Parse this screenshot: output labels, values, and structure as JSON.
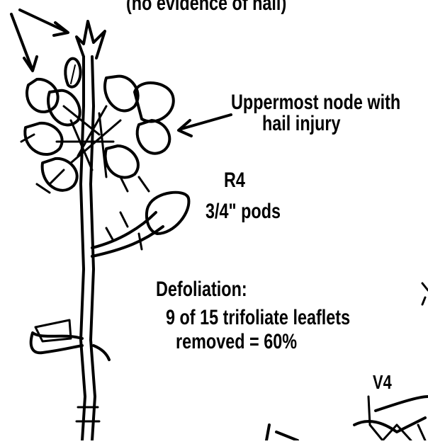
{
  "labels": {
    "top_fragment": "(no evidence of hail)",
    "uppermost_node_line1": "Uppermost node with",
    "uppermost_node_line2": "hail injury",
    "stage_r4": "R4",
    "pod_size": "3/4\" pods",
    "defoliation_heading": "Defoliation:",
    "defoliation_line1": "9 of 15 trifoliate leaflets",
    "defoliation_line2": "removed = 60%",
    "stage_v4": "V4"
  }
}
